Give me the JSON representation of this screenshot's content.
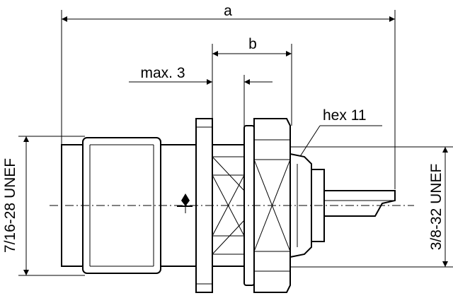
{
  "dimensions": {
    "a": "a",
    "b": "b",
    "max3": "max. 3",
    "hex": "hex 11",
    "thread_left": "7/16-28 UNEF",
    "thread_right": "3/8-32 UNEF"
  }
}
